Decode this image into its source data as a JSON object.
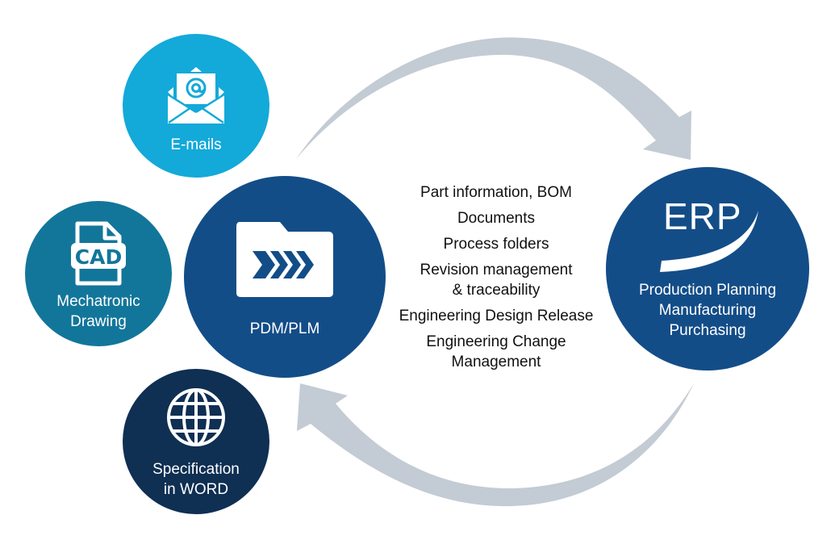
{
  "diagram": {
    "sources": [
      {
        "id": "emails",
        "label": "E-mails",
        "icon": "envelope-at-icon",
        "color": "#13a9d9"
      },
      {
        "id": "cad",
        "label_lines": [
          "Mechatronic",
          "Drawing"
        ],
        "icon": "cad-file-icon",
        "icon_text": "CAD",
        "color": "#12769a"
      },
      {
        "id": "word",
        "label_lines": [
          "Specification",
          "in WORD"
        ],
        "icon": "globe-icon",
        "color": "#0f2f53"
      }
    ],
    "hub": {
      "label": "PDM/PLM",
      "icon": "process-folder-icon",
      "color": "#134d88"
    },
    "erp": {
      "title": "ERP",
      "label_lines": [
        "Production Planning",
        "Manufacturing",
        "Purchasing"
      ],
      "icon": "swoosh-icon",
      "color": "#134d88"
    },
    "exchanged_items": [
      {
        "lines": [
          "Part information, BOM"
        ]
      },
      {
        "lines": [
          "Documents"
        ]
      },
      {
        "lines": [
          "Process folders"
        ]
      },
      {
        "lines": [
          "Revision management",
          "& traceability"
        ]
      },
      {
        "lines": [
          "Engineering Design Release"
        ]
      },
      {
        "lines": [
          "Engineering Change",
          "Management"
        ]
      }
    ],
    "arrows": [
      {
        "from": "PDM/PLM",
        "to": "ERP",
        "direction": "clockwise-top"
      },
      {
        "from": "ERP",
        "to": "PDM/PLM",
        "direction": "clockwise-bottom"
      }
    ],
    "arrow_color": "#c3cbd4"
  }
}
